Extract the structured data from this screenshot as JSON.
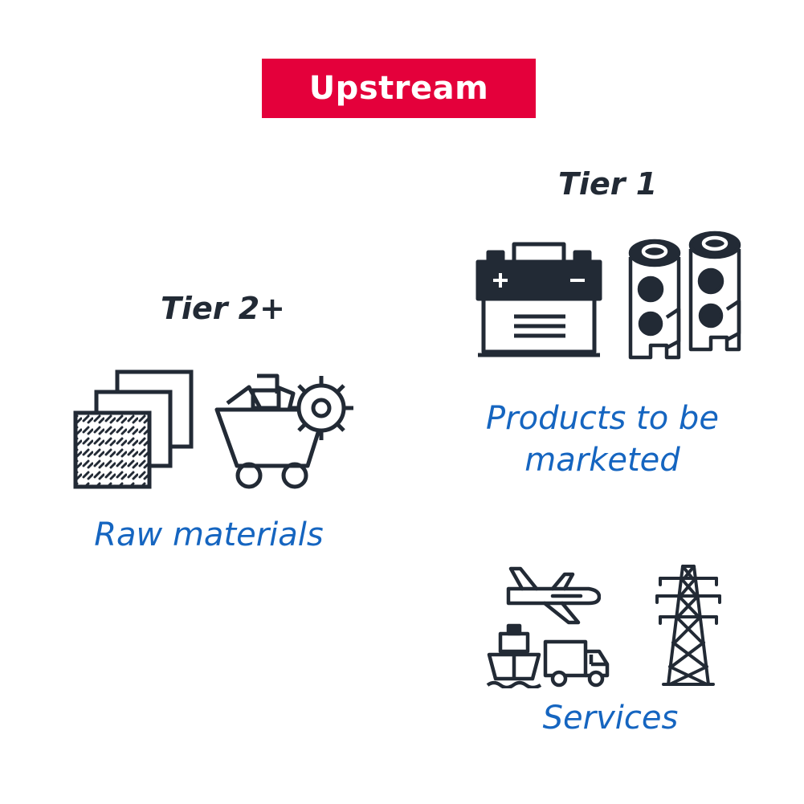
{
  "header": {
    "title": "Upstream"
  },
  "tier2": {
    "title": "Tier 2+",
    "caption": "Raw materials"
  },
  "tier1": {
    "title": "Tier 1",
    "caption_line1": "Products to be",
    "caption_line2": "marketed"
  },
  "services": {
    "caption": "Services"
  },
  "colors": {
    "accent": "#e4003b",
    "icon": "#222a35",
    "caption": "#1565c0"
  },
  "icons": [
    "material-sheets-icon",
    "mining-cart-icon",
    "battery-icon",
    "expansion-valve-icon",
    "airplane-icon",
    "ship-icon",
    "truck-icon",
    "power-pylon-icon"
  ]
}
